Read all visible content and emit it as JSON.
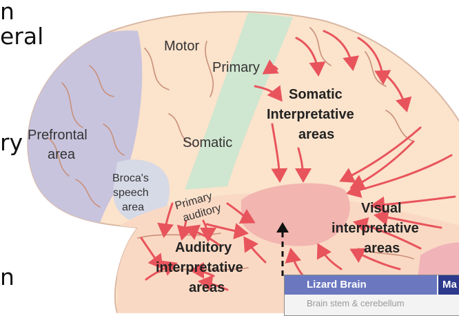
{
  "slide_text_fragments": [
    "n",
    "eral",
    "ry",
    "n"
  ],
  "diagram": {
    "labels": {
      "motor": "Motor",
      "primary_top": "Primary",
      "somatic_interp_1": "Somatic",
      "somatic_interp_2": "Interpretative",
      "somatic_interp_3": "areas",
      "prefrontal_1": "Prefrontal",
      "prefrontal_2": "area",
      "somatic_mid": "Somatic",
      "broca_1": "Broca's",
      "broca_2": "speech",
      "broca_3": "area",
      "primary_auditory_1": "Primary",
      "primary_auditory_2": "auditory",
      "visual_1": "Visual",
      "visual_2": "interpretative",
      "visual_3": "areas",
      "auditory_1": "Auditory",
      "auditory_2": "interpretative",
      "auditory_3": "areas"
    },
    "colors": {
      "brain_fill": "#fbe3cc",
      "prefrontal": "#c8c4de",
      "motor_strip": "#cfe6d0",
      "broca": "#d6d9e6",
      "arrows": "#e8545c",
      "gyri_lines": "#c98f78",
      "temporal_center": "#f2b5b0"
    }
  },
  "table": {
    "header_1": "Lizard Brain",
    "header_2": "Ma",
    "row_1": "Brain stem & cerebellum"
  }
}
